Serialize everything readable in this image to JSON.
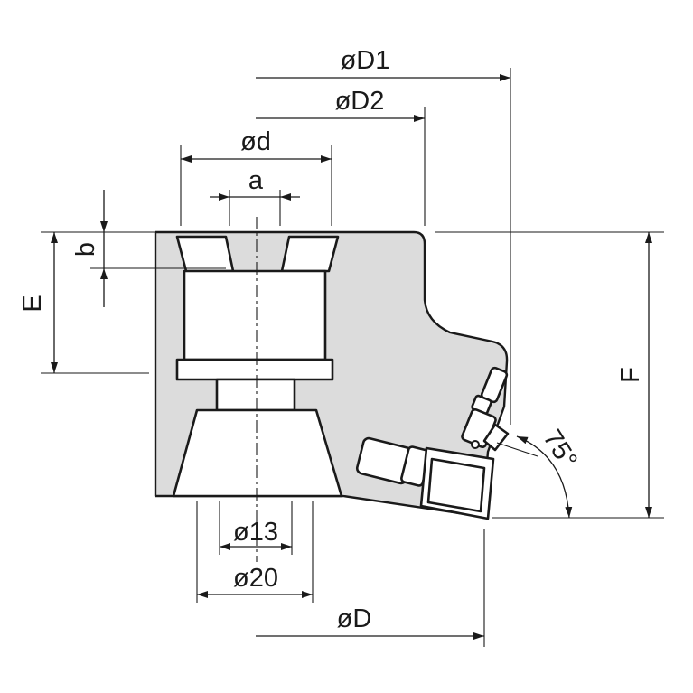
{
  "labels": {
    "D1": "øD1",
    "D2": "øD2",
    "d": "ød",
    "a": "a",
    "b": "b",
    "E": "E",
    "F": "F",
    "angle": "75°",
    "d13": "ø13",
    "d20": "ø20",
    "D": "øD"
  },
  "colors": {
    "body_fill": "#dcdcdc",
    "line": "#1a1a1a"
  }
}
